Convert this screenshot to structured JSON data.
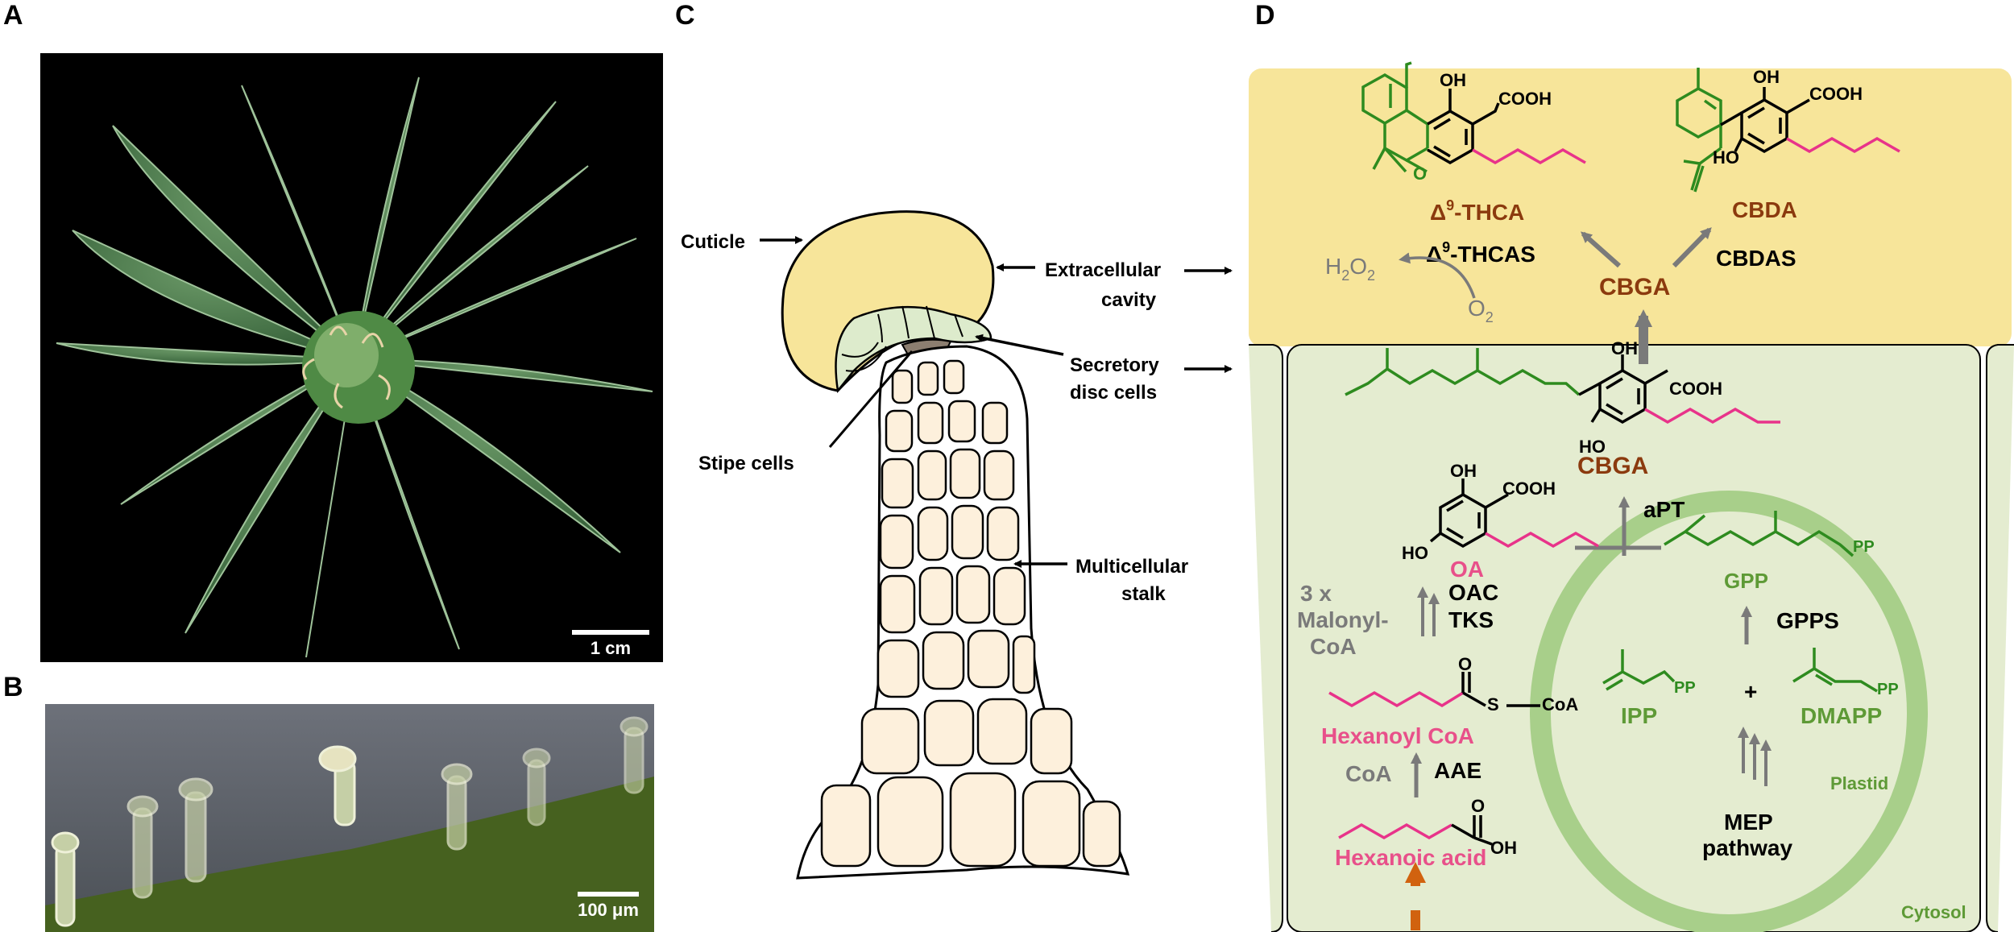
{
  "panels": {
    "a": "A",
    "b": "B",
    "c": "C",
    "d": "D"
  },
  "scale_a": "1 cm",
  "scale_b": "100 μm",
  "trichome": {
    "cuticle": "Cuticle",
    "extracellular_1": "Extracellular",
    "extracellular_2": "cavity",
    "secretory_1": "Secretory",
    "secretory_2": "disc cells",
    "stipe": "Stipe cells",
    "stalk_1": "Multicellular",
    "stalk_2": "stalk"
  },
  "pathway": {
    "thca_prefix": "Δ",
    "thca_sup": "9",
    "thca_suffix": "-THCA",
    "thcas_prefix": "Δ",
    "thcas_sup": "9",
    "thcas_suffix": "-THCAS",
    "cbda": "CBDA",
    "cbdas": "CBDAS",
    "cbga_top": "CBGA",
    "h2o2_h": "H",
    "h2o2_sub1": "2",
    "h2o2_o": "O",
    "h2o2_sub2": "2",
    "o2_o": "O",
    "o2_sub": "2",
    "cbga_bottom": "CBGA",
    "apt": "aPT",
    "oa": "OA",
    "oac": "OAC",
    "tks": "TKS",
    "malonyl_1": "3 x",
    "malonyl_2": "Malonyl-",
    "malonyl_3": "CoA",
    "hexanoyl_coa": "Hexanoyl CoA",
    "coa_left": "CoA",
    "aae": "AAE",
    "hexanoic_acid": "Hexanoic acid",
    "gpp": "GPP",
    "gpps": "GPPS",
    "ipp": "IPP",
    "plus": "+",
    "dmapp": "DMAPP",
    "plastid": "Plastid",
    "mep_1": "MEP",
    "mep_2": "pathway",
    "cytosol": "Cytosol",
    "atoms": {
      "oh": "OH",
      "ho": "HO",
      "cooh": "COOH",
      "o": "O",
      "s": "S",
      "coa": "CoA",
      "pp": "PP"
    }
  },
  "colors": {
    "green_struct": "#2e8b1f",
    "pink_chain": "#e8338a",
    "brown_text": "#8b3a0e",
    "pink_text": "#e8508a",
    "olive_text": "#5e9a36",
    "gray": "#7a7a7a",
    "cavity": "#f7e59a",
    "cytosol": "#e4ecd0",
    "plastid_ring": "#a8cf8a",
    "cell_fill": "#fdf0dc",
    "orange_arrow": "#d1620f"
  }
}
